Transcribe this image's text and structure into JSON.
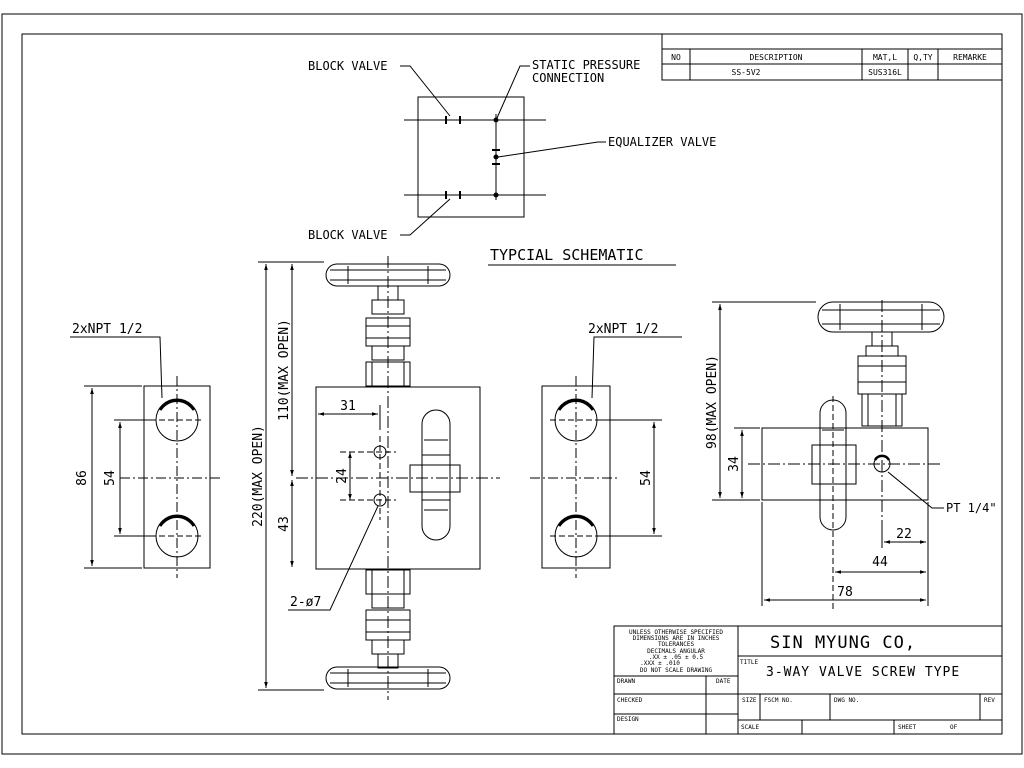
{
  "schematic": {
    "title": "TYPCIAL SCHEMATIC",
    "block_valve_top": "BLOCK VALVE",
    "block_valve_bottom": "BLOCK VALVE",
    "static_pressure_1": "STATIC PRESSURE",
    "static_pressure_2": "CONNECTION",
    "equalizer_valve": "EQUALIZER VALVE"
  },
  "bom": {
    "headers": [
      "NO",
      "DESCRIPTION",
      "MAT,L",
      "Q,TY",
      "REMARKE"
    ],
    "row": {
      "no": "",
      "description": "SS-5V2",
      "material": "SUS316L",
      "qty": "",
      "remarks": ""
    }
  },
  "left_view": {
    "note": "2xNPT 1/2",
    "dim_outer": "86",
    "dim_inner": "54"
  },
  "front_view": {
    "dim_total": "220(MAX OPEN)",
    "dim_upper": "110(MAX OPEN)",
    "dim_lower": "43",
    "dim_width": "31",
    "dim_holes": "24",
    "hole_note": "2-ø7"
  },
  "right_face_view": {
    "note": "2xNPT 1/2",
    "dim_inner": "54"
  },
  "side_view": {
    "dim_height": "98(MAX OPEN)",
    "dim_block": "34",
    "port_note": "PT 1/4\"",
    "dim_22": "22",
    "dim_44": "44",
    "dim_78": "78"
  },
  "title_block": {
    "company": "SIN MYUNG CO,",
    "title_label": "TITLE",
    "title": "3-WAY VALVE SCREW TYPE",
    "notes": [
      "UNLESS OTHERWISE SPECIFIED",
      "DIMENSIONS ARE IN INCHES",
      "TOLERANCES",
      "DECIMALS          ANGULAR",
      ".XX  ±  .05          ± 0.5",
      ".XXX ± .010",
      "DO NOT SCALE DRAWING"
    ],
    "drawn": "DRAWN",
    "date": "DATE",
    "checked": "CHECKED",
    "design": "DESIGN",
    "size": "SIZE",
    "fscm": "FSCM NO.",
    "dwg": "DWG NO.",
    "rev": "REV",
    "scale": "SCALE",
    "sheet": "SHEET",
    "of": "OF"
  }
}
